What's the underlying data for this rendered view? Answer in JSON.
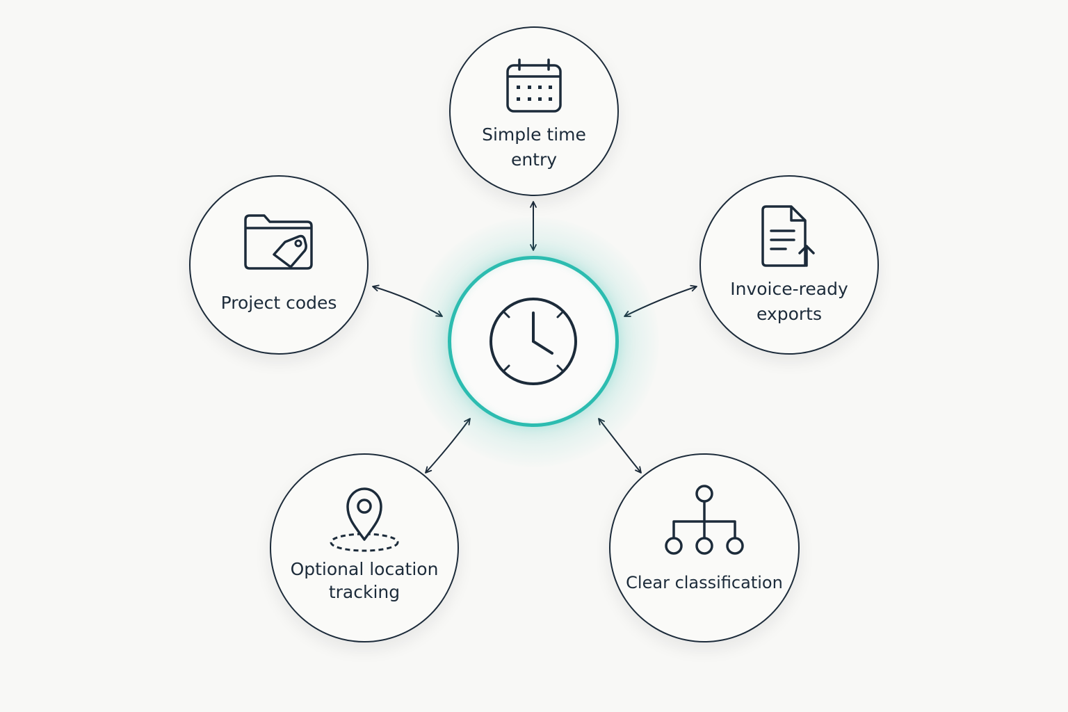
{
  "center": {
    "icon": "clock-icon",
    "accent_color": "#2cbcb0"
  },
  "nodes": [
    {
      "id": "time-entry",
      "label": "Simple time entry",
      "icon": "calendar-icon"
    },
    {
      "id": "project-codes",
      "label": "Project codes",
      "icon": "folder-tag-icon"
    },
    {
      "id": "invoice-exports",
      "label": "Invoice-ready exports",
      "icon": "document-export-icon"
    },
    {
      "id": "location-tracking",
      "label": "Optional location tracking",
      "icon": "map-pin-icon"
    },
    {
      "id": "classification",
      "label": "Clear classification",
      "icon": "hierarchy-icon"
    }
  ],
  "colors": {
    "line": "#1c2b3a",
    "background": "#f8f8f6",
    "accent": "#2cbcb0"
  }
}
